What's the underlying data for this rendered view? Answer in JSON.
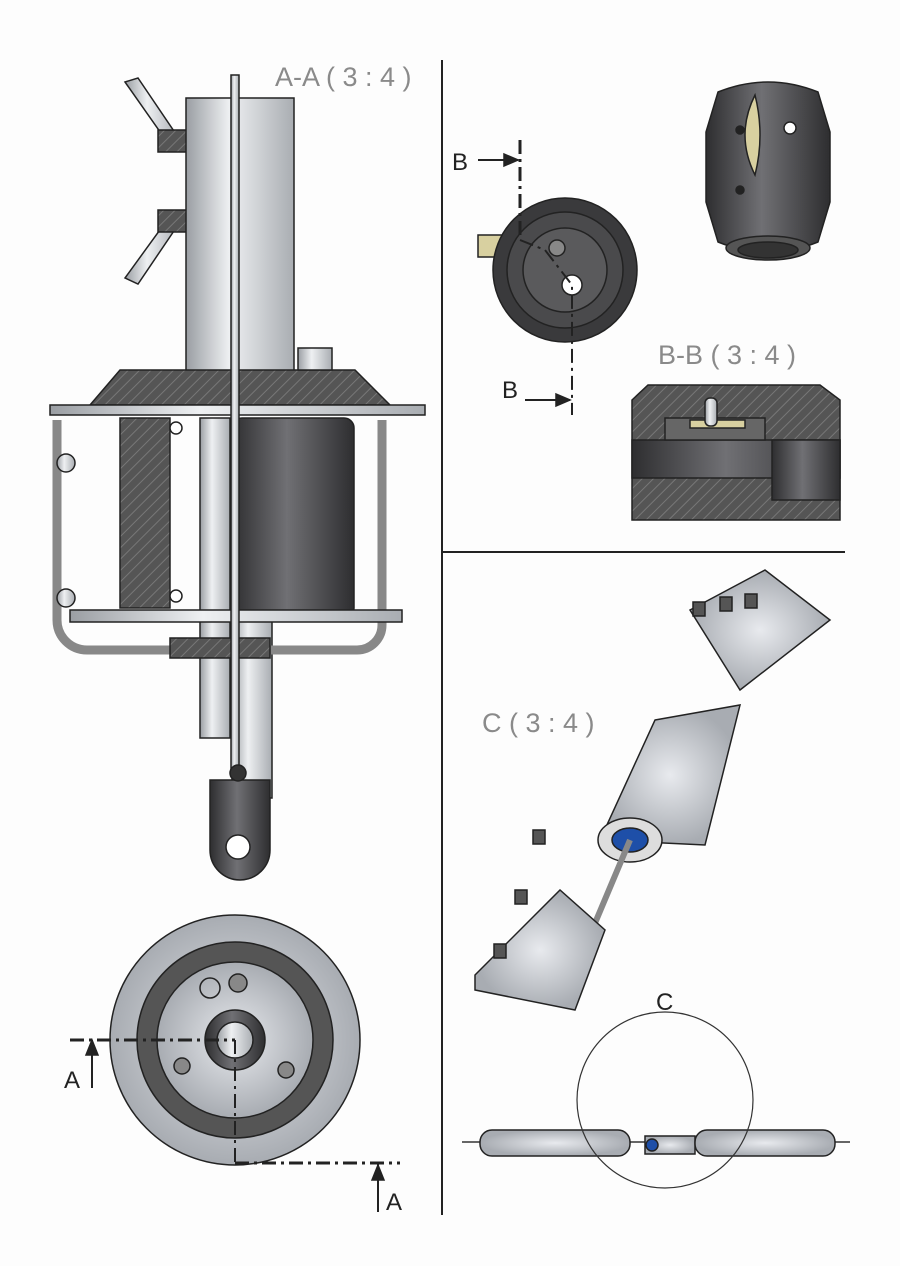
{
  "labels": {
    "section_aa": "A-A ( 3 : 4 )",
    "section_bb": "B-B ( 3 : 4 )",
    "detail_c": "C ( 3 : 4 )",
    "detail_c_marker": "C",
    "cut_b_top": "B",
    "cut_b_bottom": "B",
    "cut_a_left": "A",
    "cut_a_right": "A"
  },
  "colors": {
    "metal_light": "#c9ccd0",
    "metal_dark": "#4a4a4c",
    "hatch": "#6a6a6a",
    "accent_blue": "#1e4fa8",
    "brass": "#d8d0a0"
  }
}
